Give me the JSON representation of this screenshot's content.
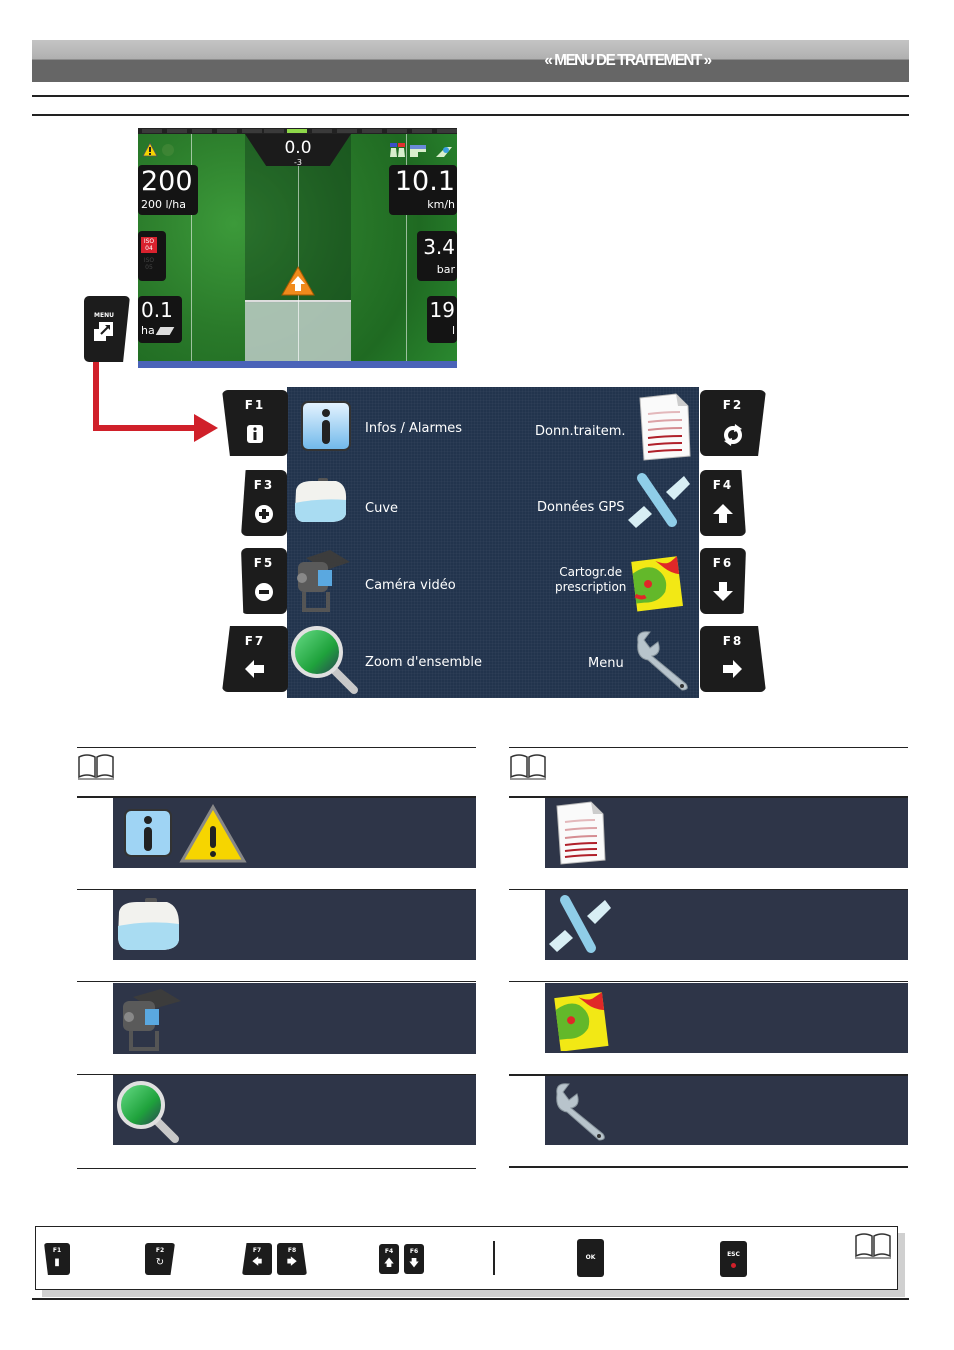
{
  "header": {
    "title": "« MENU DE TRAITEMENT »"
  },
  "screen": {
    "center_value": "0.0",
    "center_sub": "-3",
    "rate_value": "200",
    "rate_unit": "200 l/ha",
    "speed_value": "10.1",
    "speed_unit": "km/h",
    "pressure_value": "3.4",
    "pressure_unit": "bar",
    "area_value": "0.1",
    "area_unit": "ha",
    "volume_value": "19",
    "volume_unit": "l",
    "iso_active": "ISO 04",
    "iso_inactive": "ISO 05",
    "active_segment_index": 6
  },
  "menu_key": {
    "label": "MENU"
  },
  "menu": {
    "items": [
      {
        "key": "F1",
        "label": "Infos / Alarmes",
        "icon": "info-icon",
        "side": "left"
      },
      {
        "key": "F2",
        "label": "Donn.traitem.",
        "icon": "document-icon",
        "side": "right"
      },
      {
        "key": "F3",
        "label": "Cuve",
        "icon": "tank-icon",
        "side": "left"
      },
      {
        "key": "F4",
        "label": "Données GPS",
        "icon": "satellite-icon",
        "side": "right"
      },
      {
        "key": "F5",
        "label": "Caméra vidéo",
        "icon": "camera-icon",
        "side": "left"
      },
      {
        "key": "F6",
        "label": "Cartogr.de prescription",
        "label_line1": "Cartogr.de",
        "label_line2": "prescription",
        "icon": "prescription-map-icon",
        "side": "right"
      },
      {
        "key": "F7",
        "label": "Zoom d'ensemble",
        "icon": "magnifier-icon",
        "side": "left"
      },
      {
        "key": "F8",
        "label": "Menu",
        "icon": "wrench-icon",
        "side": "right"
      }
    ]
  },
  "legend": {
    "keys": [
      "F1",
      "F2",
      "F7",
      "F8",
      "F4",
      "F6",
      "OK",
      "ESC"
    ]
  },
  "colors": {
    "header_bg": "#666666",
    "panel_bg": "#22344d",
    "arrow": "#d0202a",
    "key_bg": "#1c1c1c",
    "section_bg": "#2e3548"
  }
}
